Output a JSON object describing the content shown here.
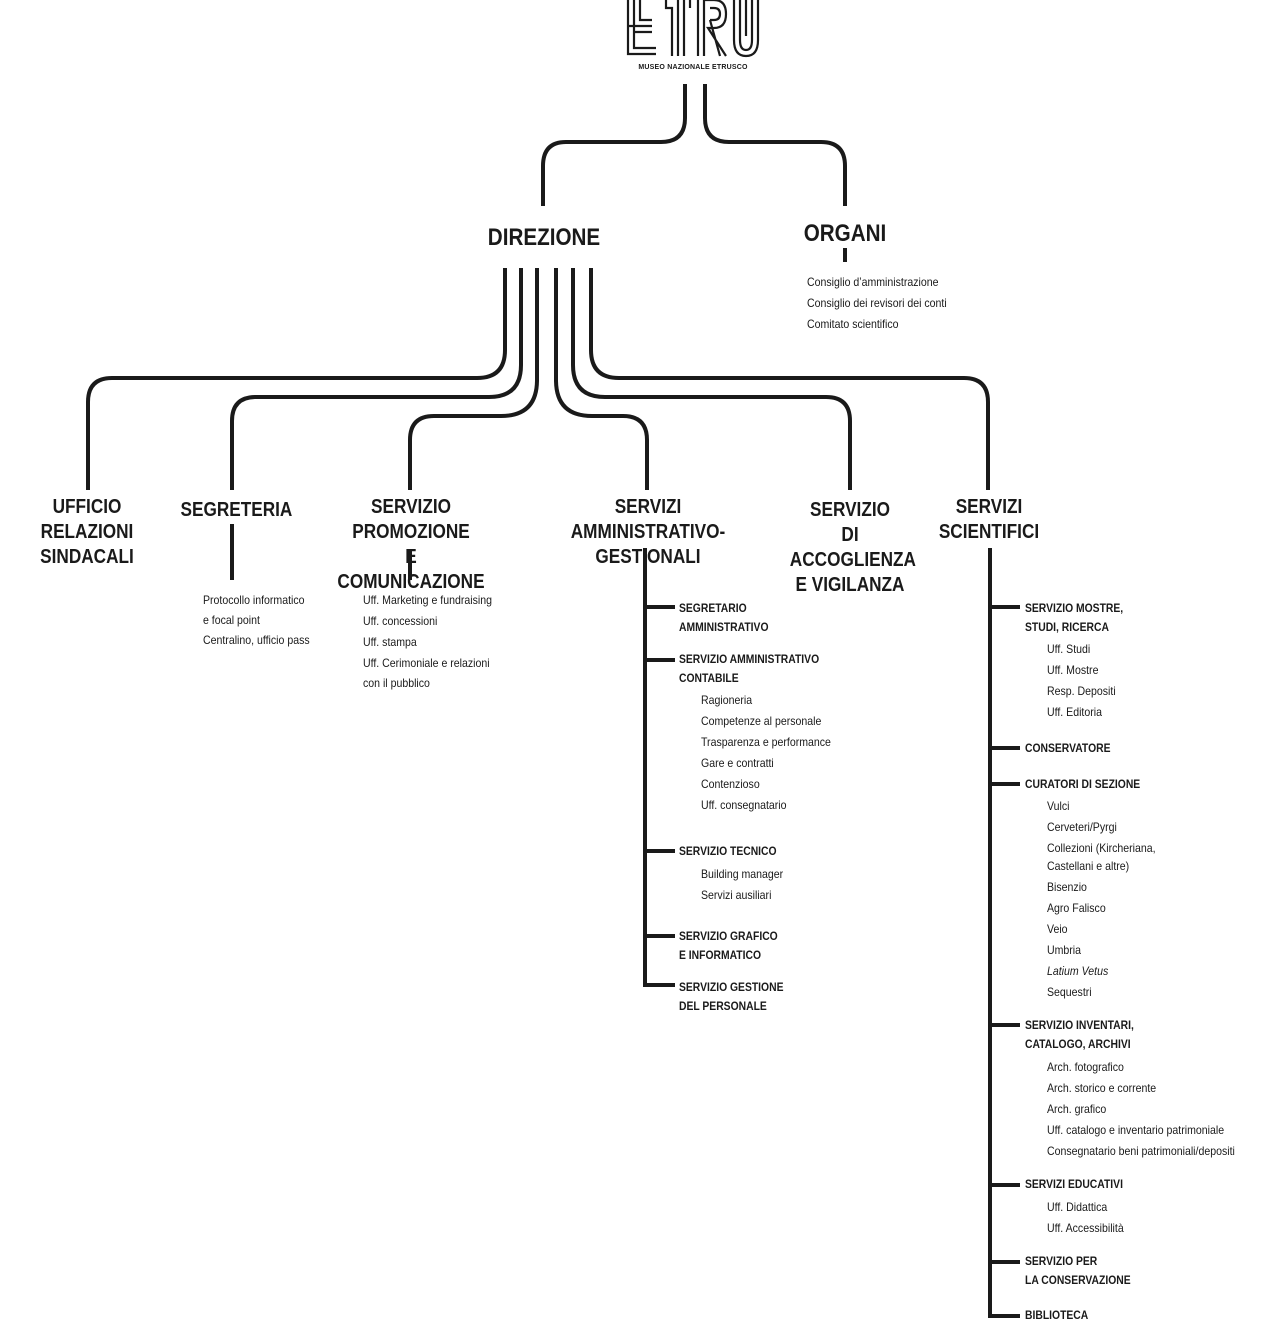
{
  "logo": {
    "wordmark": "ETRU",
    "subtitle": "MUSEO NAZIONALE ETRUSCO"
  },
  "direzione": "DIREZIONE",
  "organi": {
    "title": "ORGANI",
    "items": [
      "Consiglio d’amministrazione",
      "Consiglio dei revisori dei conti",
      "Comitato scientifico"
    ]
  },
  "departments": {
    "relazioni": "UFFICIO RELAZIONI\nSINDACALI",
    "segreteria": {
      "title": "SEGRETERIA",
      "items": [
        "Protocollo informatico",
        "e focal point",
        "Centralino, ufficio pass"
      ]
    },
    "promozione": {
      "title": "SERVIZIO PROMOZIONE\nE COMUNICAZIONE",
      "items": [
        "Uff. Marketing e fundraising",
        "Uff. concessioni",
        "Uff. stampa",
        "Uff. Cerimoniale e relazioni",
        "con il pubblico"
      ]
    },
    "amministrativi": {
      "title": "SERVIZI\nAMMINISTRATIVO-GESTIONALI",
      "units": [
        {
          "title": "SEGRETARIO\nAMMINISTRATIVO",
          "items": []
        },
        {
          "title": "SERVIZIO AMMINISTRATIVO\nCONTABILE",
          "items": [
            "Ragioneria",
            "Competenze al personale",
            "Trasparenza e performance",
            "Gare e contratti",
            "Contenzioso",
            "Uff. consegnatario"
          ]
        },
        {
          "title": "SERVIZIO TECNICO",
          "items": [
            "Building manager",
            "Servizi ausiliari"
          ]
        },
        {
          "title": "SERVIZIO GRAFICO\nE INFORMATICO",
          "items": []
        },
        {
          "title": "SERVIZIO GESTIONE\nDEL PERSONALE",
          "items": []
        }
      ]
    },
    "accoglienza": "SERVIZIO\nDI ACCOGLIENZA\nE VIGILANZA",
    "scientifici": {
      "title": "SERVIZI\nSCIENTIFICI",
      "units": [
        {
          "title": "SERVIZIO MOSTRE,\nSTUDI, RICERCA",
          "items": [
            "Uff. Studi",
            "Uff. Mostre",
            "Resp. Depositi",
            "Uff. Editoria"
          ]
        },
        {
          "title": "CONSERVATORE",
          "items": []
        },
        {
          "title": "CURATORI DI SEZIONE",
          "items": [
            "Vulci",
            "Cerveteri/Pyrgi",
            "Collezioni (Kircheriana,",
            "Castellani e altre)",
            "Bisenzio",
            "Agro Falisco",
            "Veio",
            "Umbria",
            "Latium Vetus",
            "Sequestri"
          ]
        },
        {
          "title": "SERVIZIO INVENTARI,\nCATALOGO, ARCHIVI",
          "items": [
            "Arch. fotografico",
            "Arch. storico e corrente",
            "Arch. grafico",
            "Uff. catalogo e inventario patrimoniale",
            "Consegnatario beni patrimoniali/depositi"
          ]
        },
        {
          "title": "SERVIZI EDUCATIVI",
          "items": [
            "Uff. Didattica",
            "Uff. Accessibilità"
          ]
        },
        {
          "title": "SERVIZIO PER\nLA CONSERVAZIONE",
          "items": []
        },
        {
          "title": "BIBLIOTECA",
          "items": []
        }
      ]
    }
  }
}
